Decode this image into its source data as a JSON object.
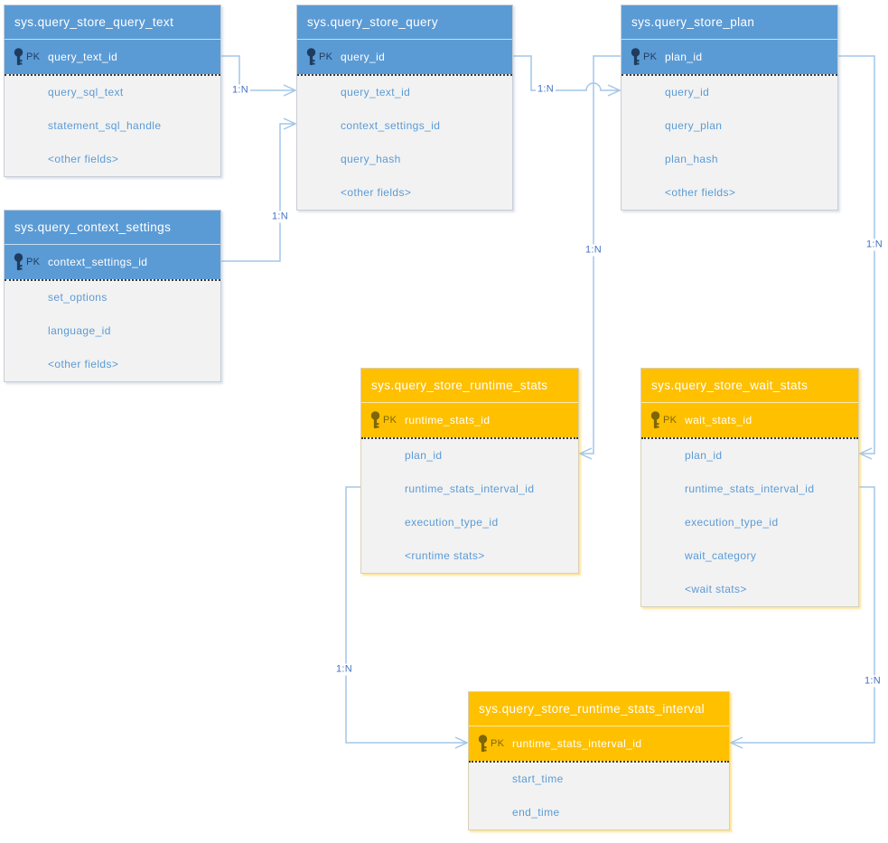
{
  "colors": {
    "blue_header": "#5b9bd5",
    "orange_header": "#ffc000",
    "table_body_bg": "#f2f2f2",
    "field_text": "#5b9bd5",
    "connector_line": "#a3c6e8",
    "cardinality_text": "#4472c4",
    "pk_text_blue_theme": "#1f3c5f",
    "pk_text_orange_theme": "#7d6608"
  },
  "tables": [
    {
      "title": "sys.query_store_query_text",
      "theme": "blue",
      "pk_label": "PK",
      "pk": "query_text_id",
      "fields": [
        "query_sql_text",
        "statement_sql_handle",
        "<other fields>"
      ]
    },
    {
      "title": "sys.query_store_query",
      "theme": "blue",
      "pk_label": "PK",
      "pk": "query_id",
      "fields": [
        "query_text_id",
        "context_settings_id",
        "query_hash",
        "<other fields>"
      ]
    },
    {
      "title": "sys.query_store_plan",
      "theme": "blue",
      "pk_label": "PK",
      "pk": "plan_id",
      "fields": [
        "query_id",
        "query_plan",
        "plan_hash",
        "<other fields>"
      ]
    },
    {
      "title": "sys.query_context_settings",
      "theme": "blue",
      "pk_label": "PK",
      "pk": "context_settings_id",
      "fields": [
        "set_options",
        "language_id",
        "<other fields>"
      ]
    },
    {
      "title": "sys.query_store_runtime_stats",
      "theme": "orange",
      "pk_label": "PK",
      "pk": "runtime_stats_id",
      "fields": [
        "plan_id",
        "runtime_stats_interval_id",
        "execution_type_id",
        "<runtime stats>"
      ]
    },
    {
      "title": "sys.query_store_wait_stats",
      "theme": "orange",
      "pk_label": "PK",
      "pk": "wait_stats_id",
      "fields": [
        "plan_id",
        "runtime_stats_interval_id",
        "execution_type_id",
        "wait_category",
        "<wait stats>"
      ]
    },
    {
      "title": "sys.query_store_runtime_stats_interval",
      "theme": "orange",
      "pk_label": "PK",
      "pk": "runtime_stats_interval_id",
      "fields": [
        "start_time",
        "end_time"
      ]
    }
  ],
  "connections": [
    {
      "from": "sys.query_store_query_text",
      "to": "sys.query_store_query",
      "label": "1:N"
    },
    {
      "from": "sys.query_context_settings",
      "to": "sys.query_store_query",
      "label": "1:N"
    },
    {
      "from": "sys.query_store_query",
      "to": "sys.query_store_plan",
      "label": "1:N"
    },
    {
      "from": "sys.query_store_plan",
      "to": "sys.query_store_runtime_stats",
      "label": "1:N"
    },
    {
      "from": "sys.query_store_plan",
      "to": "sys.query_store_wait_stats",
      "label": "1:N"
    },
    {
      "from": "sys.query_store_runtime_stats",
      "to": "sys.query_store_runtime_stats_interval",
      "label": "1:N"
    },
    {
      "from": "sys.query_store_wait_stats",
      "to": "sys.query_store_runtime_stats_interval",
      "label": "1:N"
    }
  ]
}
